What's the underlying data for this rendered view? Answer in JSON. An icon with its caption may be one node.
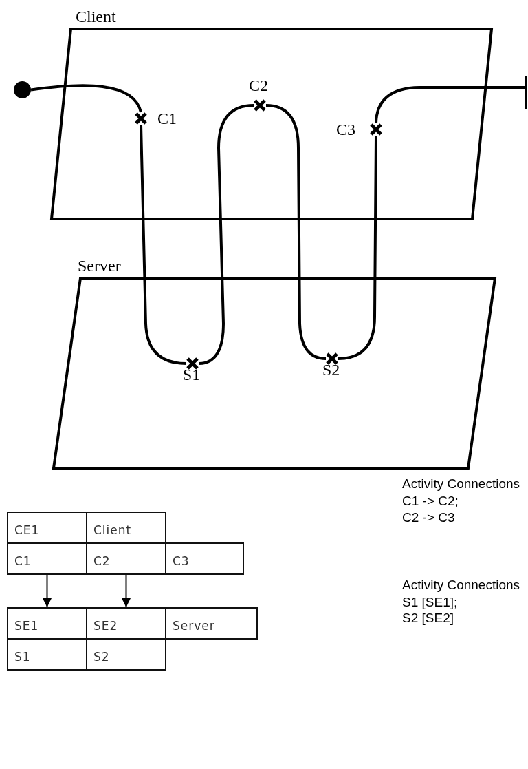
{
  "diagram": {
    "nodes": [
      {
        "text": [],
        "shape": "circle"
      },
      {
        "text": [
          "Client"
        ]
      },
      {
        "text": [],
        "shape": "cross",
        "beside": [
          "C1"
        ],
        "in": 1
      },
      {
        "text": [],
        "shape": "cross",
        "beside": [
          "C2"
        ],
        "in": 1
      },
      {
        "text": [],
        "shape": "cross",
        "beside": [
          "C3"
        ],
        "in": 1
      },
      {
        "text": [
          "Server"
        ]
      },
      {
        "text": [],
        "shape": "cross",
        "beside": [
          "S1"
        ],
        "in": 5
      },
      {
        "text": [],
        "shape": "cross",
        "beside": [
          "S2"
        ],
        "in": 5
      },
      {
        "text": [
          "CE1"
        ]
      },
      {
        "text": [
          "Client"
        ]
      },
      {
        "text": [
          "C1"
        ]
      },
      {
        "text": [
          "C2"
        ]
      },
      {
        "text": [
          "C3"
        ]
      },
      {
        "text": [
          "SE1"
        ]
      },
      {
        "text": [
          "SE2"
        ]
      },
      {
        "text": [
          "Server"
        ]
      },
      {
        "text": [
          "S1"
        ]
      },
      {
        "text": [
          "S2"
        ]
      }
    ],
    "edges": [
      {
        "from": 0,
        "to": 2,
        "arrow": "none"
      },
      {
        "from": 2,
        "to": 6,
        "arrow": "none"
      },
      {
        "from": 6,
        "to": 3,
        "arrow": "none"
      },
      {
        "from": 3,
        "to": 7,
        "arrow": "none"
      },
      {
        "from": 7,
        "to": 4,
        "arrow": "none"
      },
      {
        "from": 4,
        "to": null,
        "arrow": "other"
      },
      {
        "from": 10,
        "to": 13,
        "arrow": "to"
      },
      {
        "from": 11,
        "to": 14,
        "arrow": "to"
      }
    ],
    "labels": [
      "Activity Connections",
      "C1 -> C2;",
      "C2 -> C3",
      "Activity Connections",
      "S1 [SE1];",
      "S2 [SE2]"
    ]
  }
}
